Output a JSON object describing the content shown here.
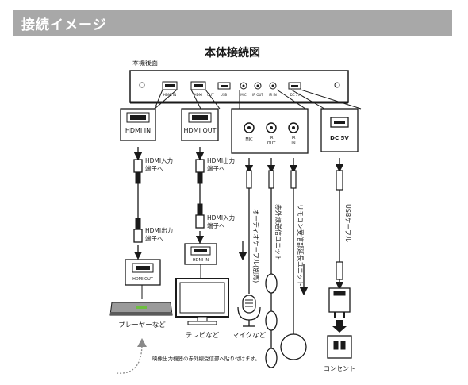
{
  "header": {
    "title": "接続イメージ"
  },
  "diagram": {
    "title": "本体接続図",
    "device_label": "本機後面",
    "device_ports": [
      "HDMI IN",
      "HDMI",
      "USB",
      "MIC",
      "IR OUT",
      "IR IN",
      "DC 5V"
    ],
    "device_port_extra": "OUT",
    "callouts": {
      "hdmi_in": "HDMI IN",
      "hdmi_out": "HDMI OUT",
      "mic": "MIC",
      "ir_out_line1": "IR",
      "ir_out_line2": "OUT",
      "ir_in_line1": "IR",
      "ir_in_line2": "IN",
      "dc5v": "DC 5V"
    },
    "cable_labels": {
      "hdmi_input_line1": "HDMI入力",
      "hdmi_input_line2": "端子へ",
      "hdmi_output_line1": "HDMI出力",
      "hdmi_output_line2": "端子へ",
      "hdmi_output2_line1": "HDMI出力",
      "hdmi_output2_line2": "端子へ",
      "hdmi_input2_line1": "HDMI入力",
      "hdmi_input2_line2": "端子へ",
      "audio_cable": "オーディオケーブル(別売)",
      "ir_transmitter": "赤外線送信ユニット",
      "ir_receiver": "リモコン受信部延長ユニット",
      "usb_cable": "USBケーブル"
    },
    "player": {
      "label": "プレーヤーなど",
      "port": "HDMI OUT"
    },
    "tv": {
      "label": "テレビなど",
      "port": "HDMI IN"
    },
    "mic": {
      "label": "マイクなど"
    },
    "outlet": {
      "label": "コンセント"
    },
    "note": "映像出力機器の赤外線受信部へ貼り付けます。"
  },
  "colors": {
    "header_bg": "#a8a8a8",
    "line": "#1a1a1a",
    "accent_green": "#6dbf3f"
  }
}
